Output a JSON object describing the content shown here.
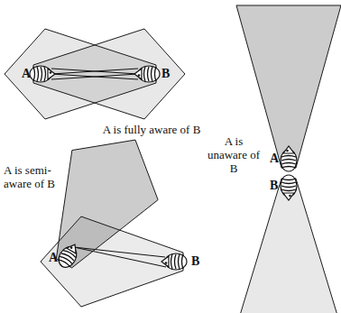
{
  "diagram": {
    "labels": [
      "A",
      "B",
      "A is fully aware of B",
      "A is unaware of B",
      "A",
      "B",
      "A is semi-aware of B",
      "A",
      "B"
    ]
  }
}
